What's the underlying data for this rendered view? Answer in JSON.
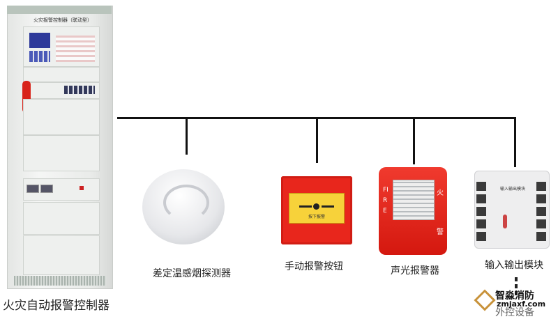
{
  "controller": {
    "panel_title": "火灾报警控制器（联动型）",
    "label": "火灾自动报警控制器"
  },
  "devices": [
    {
      "label": "差定温感烟探测器",
      "icon": "smoke-detector"
    },
    {
      "label": "手动报警按钮",
      "icon": "manual-call-point",
      "face_text": "按下报警"
    },
    {
      "label": "声光报警器",
      "icon": "audible-visual-alarm",
      "side_text": "FIRE",
      "char_top": "火",
      "char_bottom": "警"
    },
    {
      "label": "输入输出模块",
      "icon": "io-module",
      "face_text": "输入输出模块"
    }
  ],
  "external": {
    "label": "外控设备"
  },
  "watermark": {
    "name": "智淼消防",
    "url": "zmjaxf.com"
  },
  "colors": {
    "bus": "#111111",
    "device_red": "#e8261c",
    "window_yellow": "#f7d23a"
  }
}
